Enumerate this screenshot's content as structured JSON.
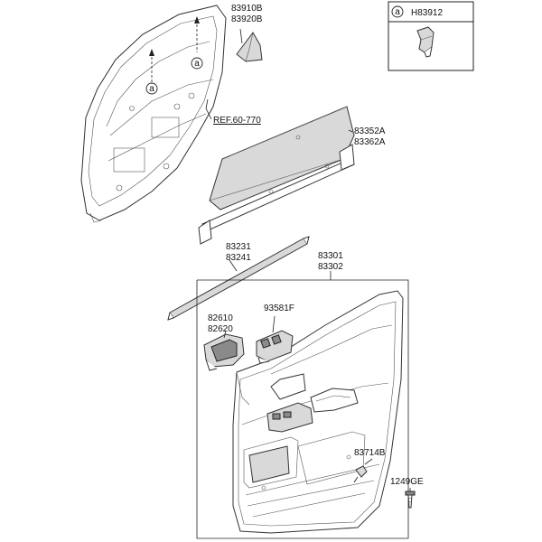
{
  "callout_letter": "a",
  "legend": {
    "letter": "a",
    "part_no": "H83912"
  },
  "labels": {
    "p83910B": "83910B",
    "p83920B": "83920B",
    "ref": "REF.60-770",
    "p83352A": "83352A",
    "p83362A": "83362A",
    "p83231": "83231",
    "p83241": "83241",
    "p83301": "83301",
    "p83302": "83302",
    "p82610": "82610",
    "p82620": "82620",
    "p93581F": "93581F",
    "p83714B": "83714B",
    "p1249GE": "1249GE"
  }
}
